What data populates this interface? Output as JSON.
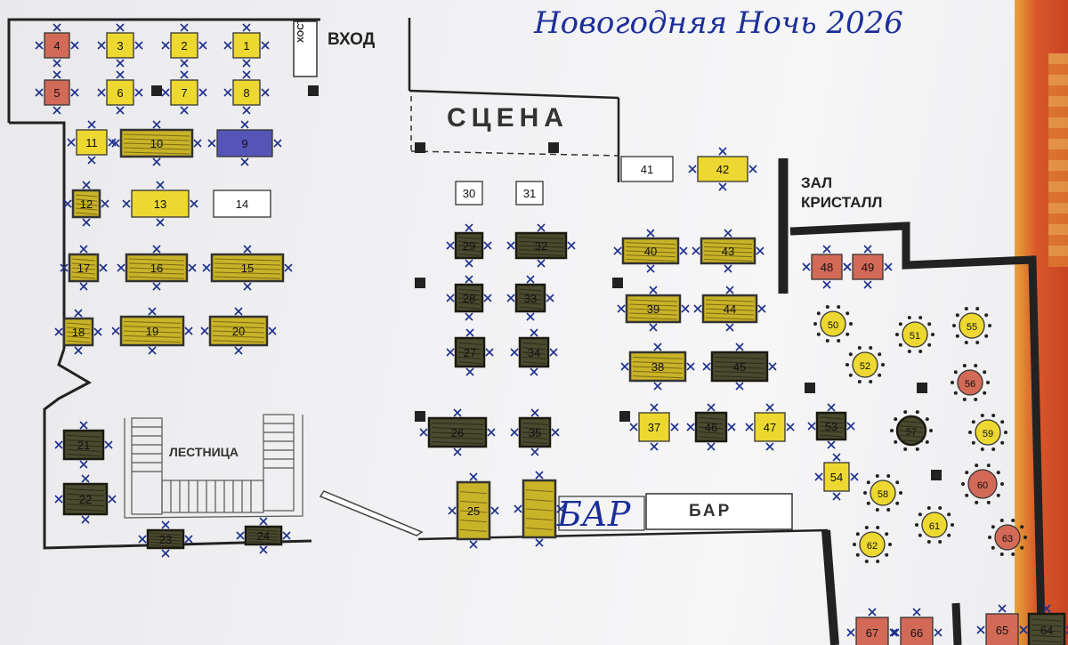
{
  "title": "Новогодняя Ночь 2026",
  "labels": {
    "entrance": "ВХОД",
    "host": "ХОСТ",
    "stage": "СЦЕНА",
    "hall_line1": "ЗАЛ",
    "hall_line2": "КРИСТАЛЛ",
    "stairs": "ЛЕСТНИЦА",
    "bar_print": "БАР",
    "bar_hand": "БАР"
  },
  "colors": {
    "yellow": "#ecd830",
    "yellow_hatched": "#c9b328",
    "dark": "#4a4a30",
    "blue": "#5555b8",
    "red": "#d36a58",
    "white": "#ffffff",
    "wall": "#222222",
    "ink": "#1d2f8c"
  },
  "tables": [
    {
      "n": "4",
      "state": "red"
    },
    {
      "n": "3",
      "state": "yellow"
    },
    {
      "n": "2",
      "state": "yellow"
    },
    {
      "n": "1",
      "state": "yellow"
    },
    {
      "n": "5",
      "state": "red"
    },
    {
      "n": "6",
      "state": "yellow"
    },
    {
      "n": "7",
      "state": "yellow"
    },
    {
      "n": "8",
      "state": "yellow"
    },
    {
      "n": "11",
      "state": "yellow"
    },
    {
      "n": "10",
      "state": "hatched"
    },
    {
      "n": "9",
      "state": "blue"
    },
    {
      "n": "12",
      "state": "hatched"
    },
    {
      "n": "13",
      "state": "yellow"
    },
    {
      "n": "14",
      "state": "white"
    },
    {
      "n": "17",
      "state": "hatched"
    },
    {
      "n": "16",
      "state": "hatched"
    },
    {
      "n": "15",
      "state": "hatched"
    },
    {
      "n": "18",
      "state": "hatched"
    },
    {
      "n": "19",
      "state": "hatched"
    },
    {
      "n": "20",
      "state": "hatched"
    },
    {
      "n": "21",
      "state": "dark"
    },
    {
      "n": "22",
      "state": "dark"
    },
    {
      "n": "23",
      "state": "dark"
    },
    {
      "n": "24",
      "state": "dark"
    },
    {
      "n": "30",
      "state": "white"
    },
    {
      "n": "31",
      "state": "white"
    },
    {
      "n": "29",
      "state": "dark"
    },
    {
      "n": "32",
      "state": "dark"
    },
    {
      "n": "28",
      "state": "dark"
    },
    {
      "n": "33",
      "state": "dark"
    },
    {
      "n": "27",
      "state": "dark"
    },
    {
      "n": "34",
      "state": "dark"
    },
    {
      "n": "26",
      "state": "dark"
    },
    {
      "n": "35",
      "state": "dark"
    },
    {
      "n": "25",
      "state": "hatched"
    },
    {
      "n": "",
      "state": "hatched"
    },
    {
      "n": "41",
      "state": "white"
    },
    {
      "n": "42",
      "state": "yellow"
    },
    {
      "n": "40",
      "state": "hatched"
    },
    {
      "n": "43",
      "state": "hatched"
    },
    {
      "n": "39",
      "state": "hatched"
    },
    {
      "n": "44",
      "state": "hatched"
    },
    {
      "n": "38",
      "state": "hatched"
    },
    {
      "n": "45",
      "state": "dark"
    },
    {
      "n": "37",
      "state": "yellow"
    },
    {
      "n": "46",
      "state": "dark"
    },
    {
      "n": "47",
      "state": "yellow"
    },
    {
      "n": "48",
      "state": "red"
    },
    {
      "n": "49",
      "state": "red"
    },
    {
      "n": "50",
      "state": "yellow"
    },
    {
      "n": "51",
      "state": "yellow"
    },
    {
      "n": "55",
      "state": "yellow"
    },
    {
      "n": "52",
      "state": "yellow"
    },
    {
      "n": "56",
      "state": "red"
    },
    {
      "n": "53",
      "state": "dark"
    },
    {
      "n": "57",
      "state": "dark"
    },
    {
      "n": "59",
      "state": "yellow"
    },
    {
      "n": "54",
      "state": "yellow"
    },
    {
      "n": "58",
      "state": "yellow"
    },
    {
      "n": "60",
      "state": "red"
    },
    {
      "n": "61",
      "state": "yellow"
    },
    {
      "n": "62",
      "state": "yellow"
    },
    {
      "n": "63",
      "state": "red"
    },
    {
      "n": "67",
      "state": "red"
    },
    {
      "n": "66",
      "state": "red"
    },
    {
      "n": "65",
      "state": "red"
    },
    {
      "n": "64",
      "state": "dark"
    }
  ]
}
